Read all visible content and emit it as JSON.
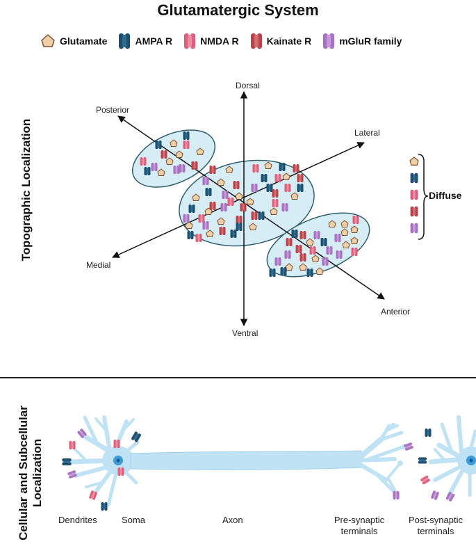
{
  "title": "Glutamatergic System",
  "legend": [
    {
      "label": "Glutamate",
      "icon": "glutamate",
      "color": "#f1cfa6"
    },
    {
      "label": "AMPA R",
      "icon": "ampa-receptor",
      "color": "#1f4f6e"
    },
    {
      "label": "NMDA R",
      "icon": "nmda-receptor",
      "color": "#dd5f7b"
    },
    {
      "label": "Kainate R",
      "icon": "kainate-receptor",
      "color": "#b8434a"
    },
    {
      "label": "mGluR family",
      "icon": "mglur-receptor",
      "color": "#a870c2"
    }
  ],
  "section_topographic": {
    "label": "Topographic Localization",
    "axes": {
      "dorsal": "Dorsal",
      "ventral": "Ventral",
      "posterior": "Posterior",
      "anterior": "Anterior",
      "lateral": "Lateral",
      "medial": "Medial"
    },
    "diffuse_label": "Diffuse"
  },
  "section_cellular": {
    "label": "Cellular and Subcellular Localization",
    "labels": {
      "dendrites": "Dendrites",
      "soma": "Soma",
      "axon": "Axon",
      "presynaptic": "Pre-synaptic terminals",
      "postsynaptic": "Post-synaptic terminals"
    }
  },
  "colors": {
    "region_fill": "#d6edf5",
    "region_stroke": "#2e5f6f",
    "neuron_fill": "#bfe3f5",
    "neuron_stroke": "#7fc1e2",
    "nucleus": "#3b9bd8",
    "glutamate": "#f1cfa6",
    "ampa": "#1f4f6e",
    "nmda": "#dd5f7b",
    "kainate": "#b8434a",
    "mglur": "#a870c2"
  }
}
